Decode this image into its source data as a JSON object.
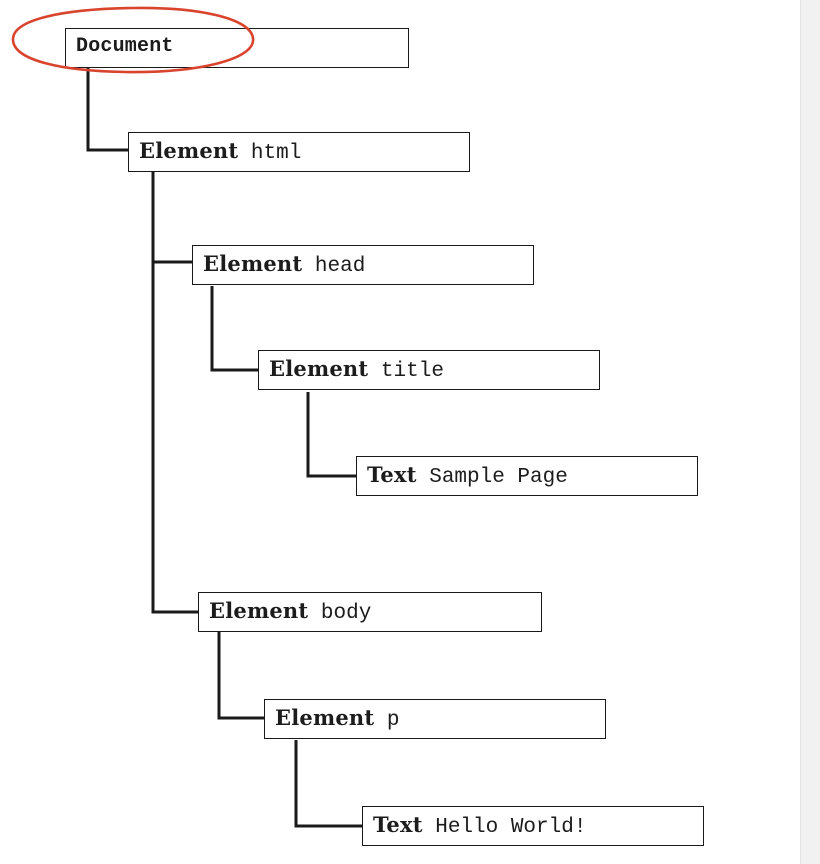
{
  "diagram": {
    "nodes": [
      {
        "id": "document",
        "kind": "Document",
        "label": ""
      },
      {
        "id": "html",
        "kind": "Element",
        "label": "html"
      },
      {
        "id": "head",
        "kind": "Element",
        "label": "head"
      },
      {
        "id": "title",
        "kind": "Element",
        "label": "title"
      },
      {
        "id": "title-text",
        "kind": "Text",
        "label": "Sample Page"
      },
      {
        "id": "body",
        "kind": "Element",
        "label": "body"
      },
      {
        "id": "p",
        "kind": "Element",
        "label": "p"
      },
      {
        "id": "p-text",
        "kind": "Text",
        "label": "Hello World!"
      }
    ],
    "edges": [
      [
        "document",
        "html"
      ],
      [
        "html",
        "head"
      ],
      [
        "head",
        "title"
      ],
      [
        "title",
        "title-text"
      ],
      [
        "html",
        "body"
      ],
      [
        "body",
        "p"
      ],
      [
        "p",
        "p-text"
      ]
    ],
    "highlight": {
      "target": "document",
      "color": "#d9442f"
    },
    "line_color": "#1a1a1a"
  }
}
